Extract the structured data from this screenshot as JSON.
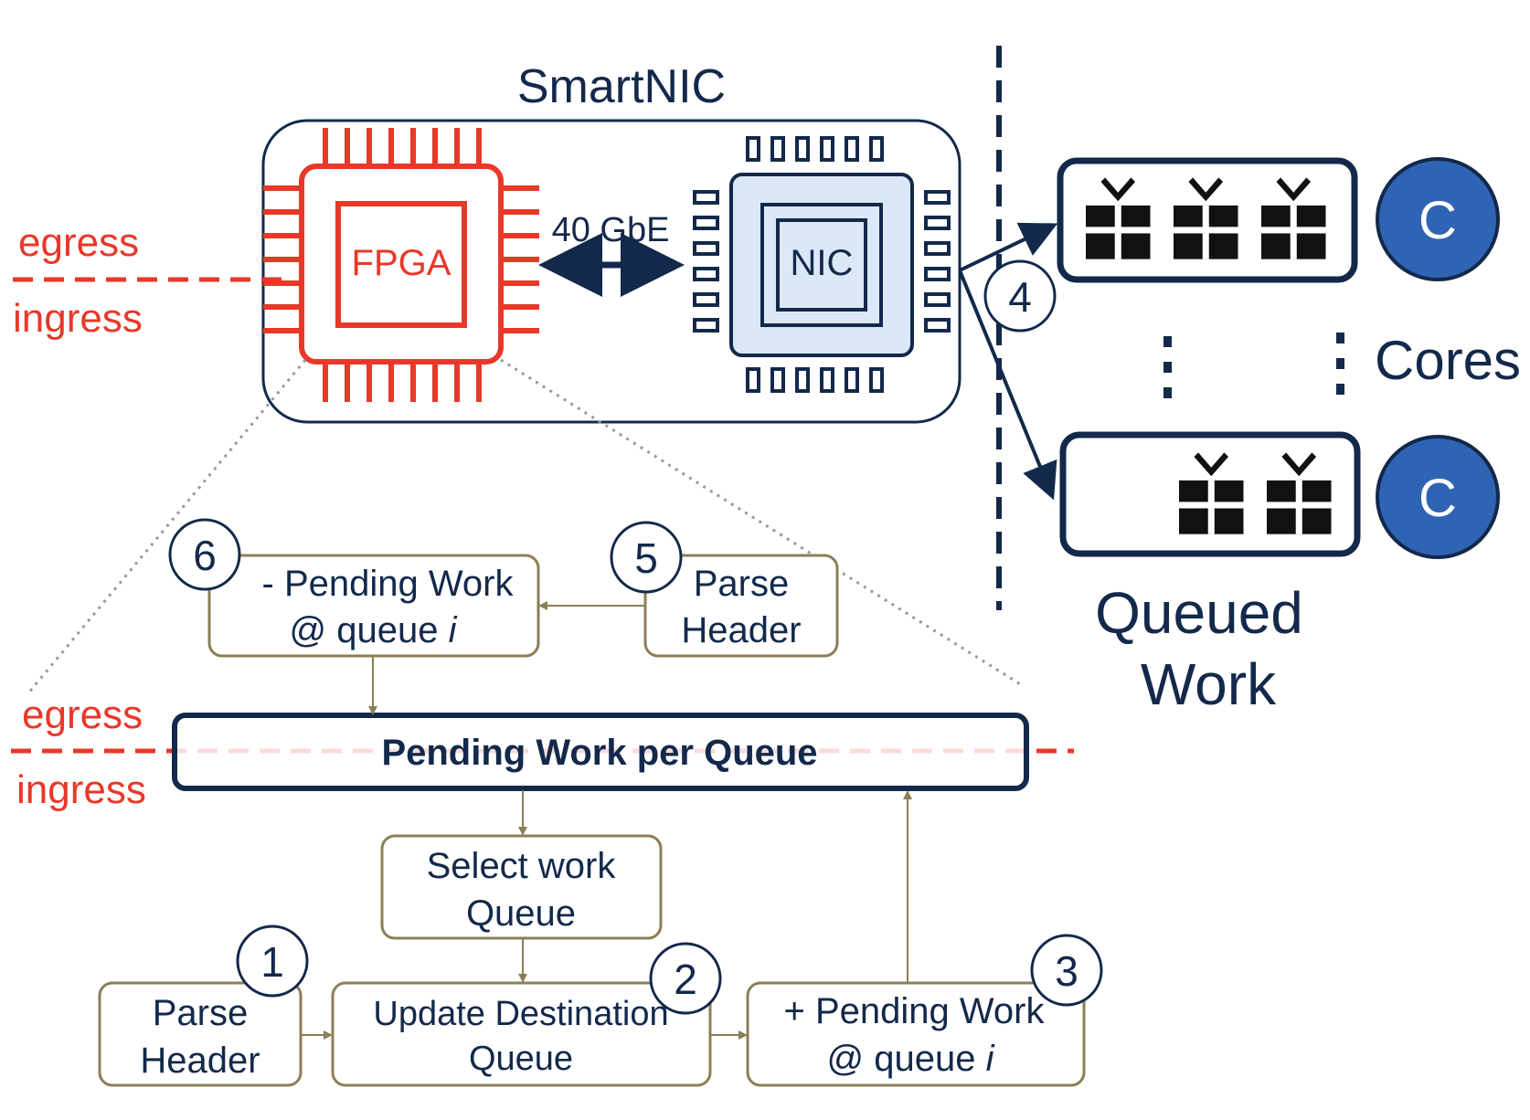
{
  "smartnic": {
    "title": "SmartNIC",
    "fpga": "FPGA",
    "nic": "NIC",
    "link": "40 GbE"
  },
  "boundary": {
    "top_egress": "egress",
    "top_ingress": "ingress",
    "bottom_egress": "egress",
    "bottom_ingress": "ingress"
  },
  "host": {
    "cores_label": "Cores",
    "core_label": "C",
    "queued_work_line1": "Queued",
    "queued_work_line2": "Work",
    "top_queue_items": 3,
    "bottom_queue_items": 2
  },
  "pipeline": {
    "shared_table": "Pending Work per Queue",
    "egress_pending": {
      "line1": "- Pending Work",
      "line2_prefix": "@ queue ",
      "line2_var": "i"
    },
    "egress_parse": {
      "line1": "Parse",
      "line2": "Header"
    },
    "select_queue": {
      "line1": "Select work",
      "line2": "Queue"
    },
    "ingress_parse": {
      "line1": "Parse",
      "line2": "Header"
    },
    "update_dest": {
      "line1": "Update Destination",
      "line2": "Queue"
    },
    "ingress_pending": {
      "line1": "+ Pending Work",
      "line2_prefix": "@ queue ",
      "line2_var": "i"
    }
  },
  "steps": [
    "1",
    "2",
    "3",
    "4",
    "5",
    "6"
  ],
  "colors": {
    "navy": "#13294b",
    "red": "#e8382a",
    "olive": "#8c7f55",
    "nic_fill": "#dbe8f8",
    "core_fill": "#2f64b4",
    "gift": "#111111"
  }
}
